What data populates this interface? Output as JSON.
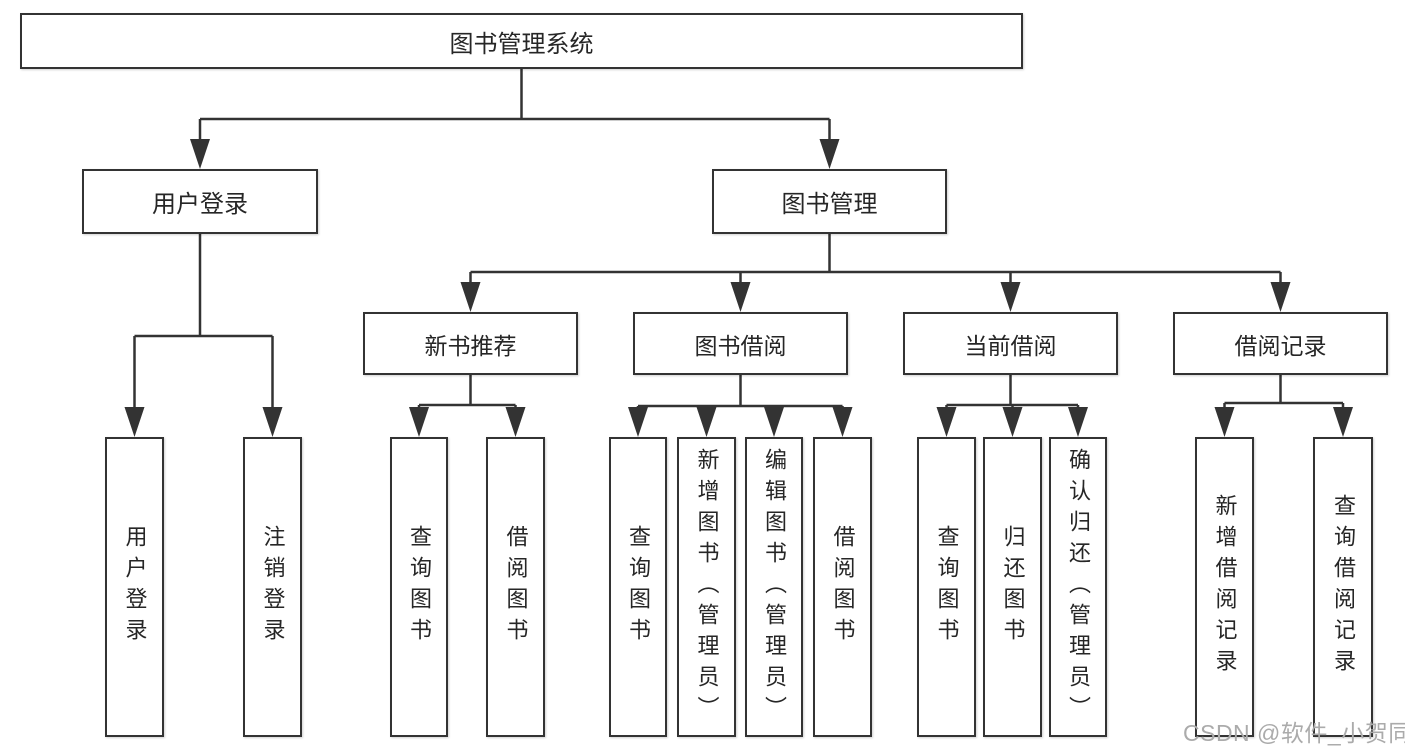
{
  "tree": {
    "root": {
      "label": "图书管理系统",
      "children": [
        {
          "label": "用户登录",
          "children": [
            {
              "label": "用户登录"
            },
            {
              "label": "注销登录"
            }
          ]
        },
        {
          "label": "图书管理",
          "children": [
            {
              "label": "新书推荐",
              "children": [
                {
                  "label": "查询图书"
                },
                {
                  "label": "借阅图书"
                }
              ]
            },
            {
              "label": "图书借阅",
              "children": [
                {
                  "label": "查询图书"
                },
                {
                  "label": "新增图书（管理员）"
                },
                {
                  "label": "编辑图书（管理员）"
                },
                {
                  "label": "借阅图书"
                }
              ]
            },
            {
              "label": "当前借阅",
              "children": [
                {
                  "label": "查询图书"
                },
                {
                  "label": "归还图书"
                },
                {
                  "label": "确认归还（管理员）"
                }
              ]
            },
            {
              "label": "借阅记录",
              "children": [
                {
                  "label": "新增借阅记录"
                },
                {
                  "label": "查询借阅记录"
                }
              ]
            }
          ]
        }
      ]
    }
  },
  "watermark": {
    "text": "CSDN @软件_小贺同学"
  },
  "colors": {
    "line": "#333333",
    "text": "#262626",
    "box_background": "#ffffff",
    "watermark": "#ababab"
  }
}
